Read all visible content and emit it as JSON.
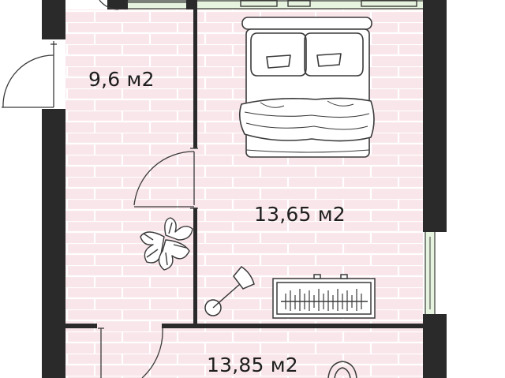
{
  "rooms": [
    {
      "id": "hall",
      "area_label": "9,6 м2"
    },
    {
      "id": "bedroom",
      "area_label": "13,65 м2"
    },
    {
      "id": "living",
      "area_label": "13,85 м2"
    }
  ],
  "colors": {
    "floor": "#f9e6ea",
    "brick_line": "#ffffff",
    "wall": "#2a2a2a",
    "line": "#3a3a3a",
    "window_glass": "#e6f3de"
  },
  "icons": [
    "bed-icon",
    "plant-icon",
    "floor-lamp-icon",
    "dresser-icon",
    "door-icon",
    "window-icon",
    "chair-icon"
  ]
}
